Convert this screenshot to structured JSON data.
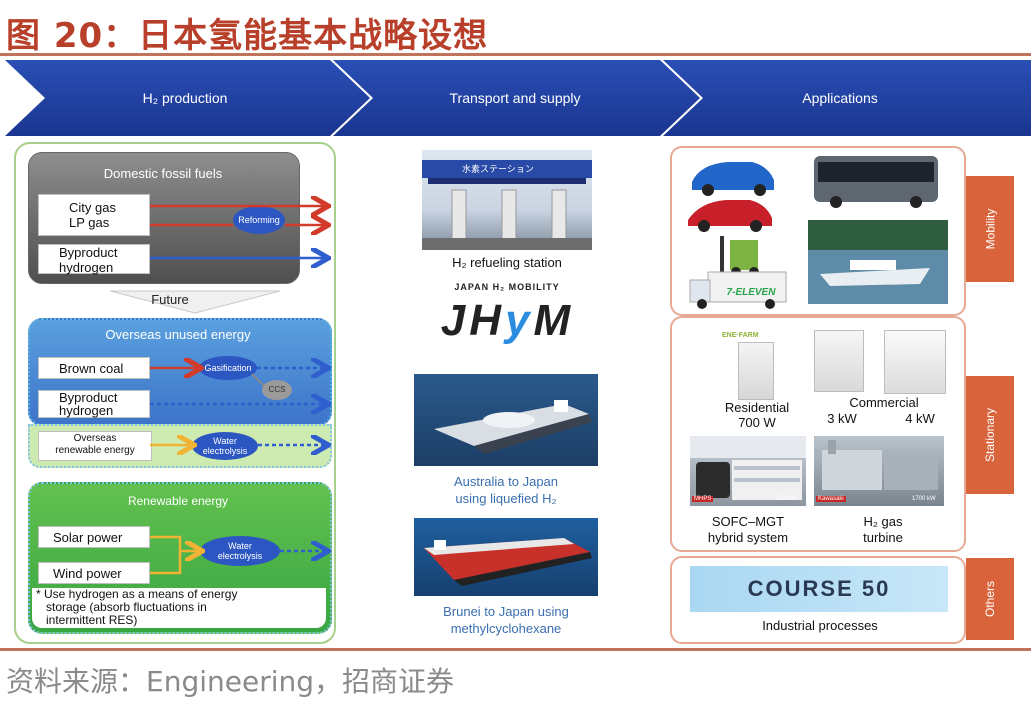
{
  "title": "图 20：日本氢能基本战略设想",
  "banner": [
    "H₂ production",
    "Transport and supply",
    "Applications"
  ],
  "production": {
    "fossil": {
      "title": "Domestic fossil fuels",
      "city_lp": [
        "City gas",
        "LP gas"
      ],
      "reforming": "Reforming",
      "byproduct": [
        "Byproduct",
        "hydrogen"
      ]
    },
    "future": "Future",
    "overseas": {
      "title": "Overseas unused energy",
      "brown_coal": "Brown coal",
      "gasification": "Gasification",
      "ccs": "CCS",
      "byproduct": [
        "Byproduct",
        "hydrogen"
      ],
      "renewable": [
        "Overseas",
        "renewable energy"
      ],
      "water_electrolysis": [
        "Water",
        "electrolysis"
      ]
    },
    "renewable": {
      "title": "Renewable energy",
      "solar": "Solar power",
      "wind": "Wind power",
      "water_electrolysis": [
        "Water",
        "electrolysis"
      ],
      "note": [
        "* Use hydrogen as a means of energy",
        "storage (absorb fluctuations in",
        "intermittent RES)"
      ]
    }
  },
  "transport": {
    "station_caption": "H₂ refueling station",
    "jhym_header": "JAPAN H₂ MOBILITY",
    "jhym_logo": [
      "J",
      "H",
      "y",
      "M"
    ],
    "station_sign": "水素ステーション",
    "australia": [
      "Australia to Japan",
      "using liquefied H₂"
    ],
    "brunei": [
      "Brunei to Japan using",
      "methylcyclohexane"
    ]
  },
  "applications": {
    "mobility": "Mobility",
    "stationary": "Stationary",
    "others": "Others",
    "truck_text": "7-ELEVEN",
    "residential": [
      "Residential",
      "700 W"
    ],
    "ene_farm": "ENE·FARM",
    "commercial": "Commercial",
    "kw3": "3 kW",
    "kw4": "4 kW",
    "sofc": [
      "SOFC–MGT",
      "hybrid system"
    ],
    "mhps": "MHPS",
    "kw250": "250 kW",
    "kawasaki": "Kawasaki",
    "kw1700": "1700 kW",
    "h2gas": [
      "H₂ gas",
      "turbine"
    ],
    "course50": "COURSE 50",
    "industrial": "Industrial processes"
  },
  "source": "资料来源：Engineering，招商证券",
  "colors": {
    "title": "#b8402a",
    "banner": "#1f3fa3",
    "accent_orange": "#d9643c",
    "arrow_red": "#d23a2a",
    "arrow_blue": "#2f5fcf",
    "arrow_yellow": "#f2b233"
  }
}
